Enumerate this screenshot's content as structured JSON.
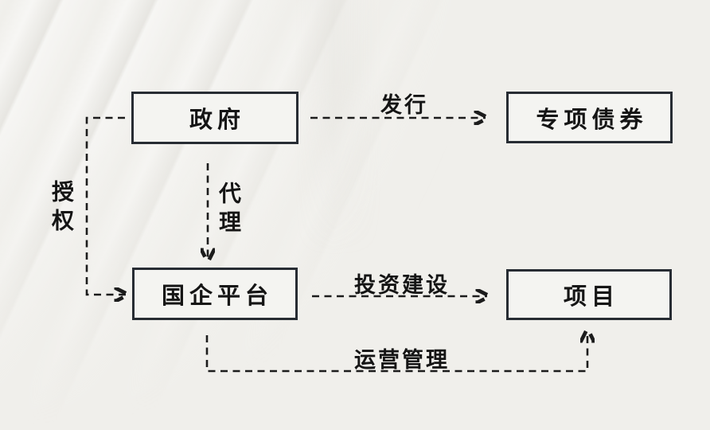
{
  "diagram": {
    "type": "flowchart",
    "nodes": [
      {
        "id": "government",
        "label": "政府"
      },
      {
        "id": "special-bond",
        "label": "专项债券"
      },
      {
        "id": "soe-platform",
        "label": "国企平台"
      },
      {
        "id": "project",
        "label": "项目"
      }
    ],
    "edges": [
      {
        "id": "issue",
        "label": "发行",
        "from": "government",
        "to": "special-bond",
        "style": "dashed-arrow"
      },
      {
        "id": "agency",
        "label": "代理",
        "from": "government",
        "to": "soe-platform",
        "style": "dashed-arrow"
      },
      {
        "id": "authorize",
        "label": "授权",
        "from": "government",
        "to": "soe-platform",
        "style": "dashed-arrow-elbow"
      },
      {
        "id": "invest-build",
        "label": "投资建设",
        "from": "soe-platform",
        "to": "project",
        "style": "dashed-arrow"
      },
      {
        "id": "operate-manage",
        "label": "运营管理",
        "from": "soe-platform",
        "to": "project",
        "style": "dashed-arrow-elbow"
      }
    ],
    "colors": {
      "background": "#f0efeb",
      "box_border": "#272c33",
      "box_fill": "#f4f4f1",
      "line": "#1c1c1c",
      "text": "#151515"
    }
  }
}
